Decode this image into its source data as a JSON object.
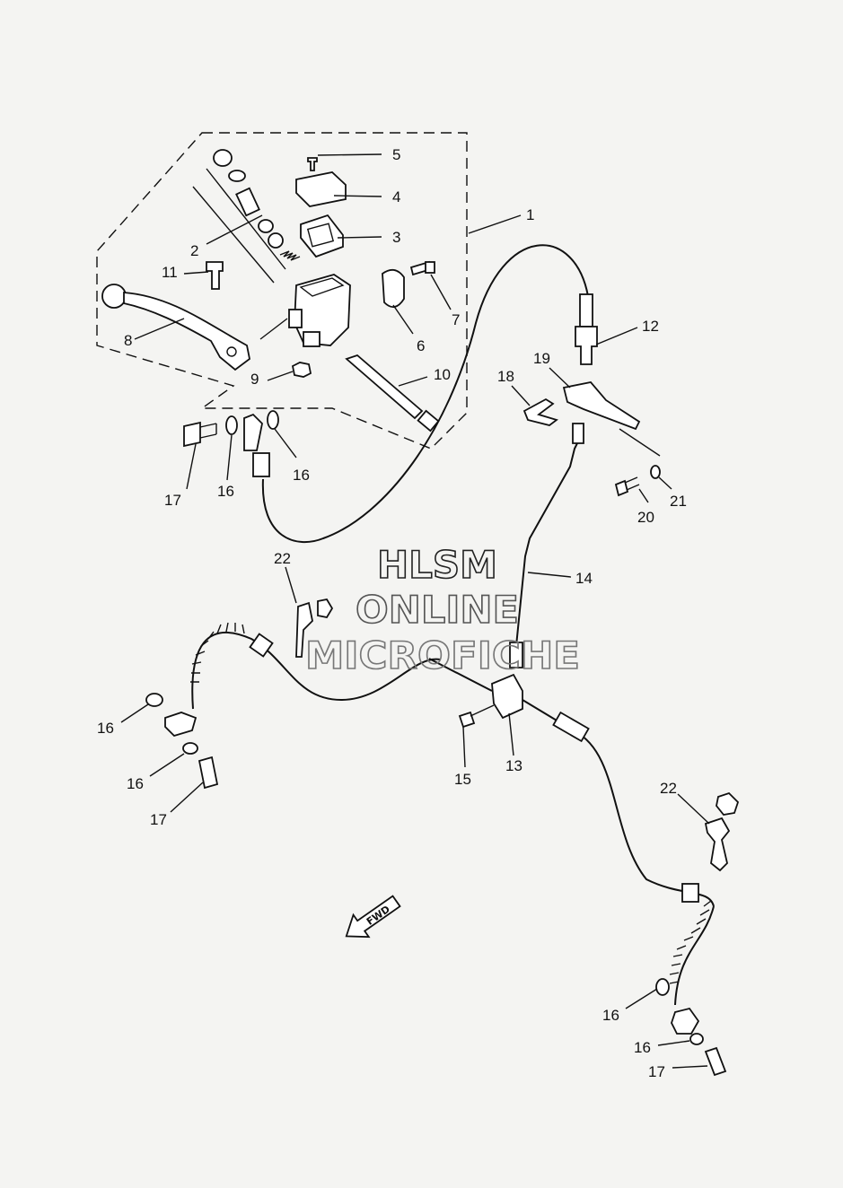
{
  "watermark": {
    "line1": "HLSM",
    "line2": "ONLINE",
    "line3": "MICROFICHE"
  },
  "arrow_label": "FWD",
  "callouts": {
    "c1": "1",
    "c2": "2",
    "c3": "3",
    "c4": "4",
    "c5": "5",
    "c6": "6",
    "c7": "7",
    "c8": "8",
    "c9": "9",
    "c10": "10",
    "c11": "11",
    "c12": "12",
    "c13": "13",
    "c14": "14",
    "c15": "15",
    "c16a": "16",
    "c16b": "16",
    "c16c": "16",
    "c16d": "16",
    "c16e": "16",
    "c16f": "16",
    "c17a": "17",
    "c17b": "17",
    "c17c": "17",
    "c18": "18",
    "c19": "19",
    "c20": "20",
    "c21": "21",
    "c22a": "22",
    "c22b": "22"
  }
}
